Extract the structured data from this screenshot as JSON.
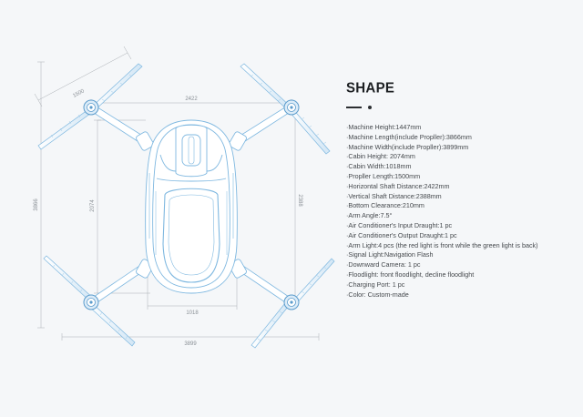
{
  "title": "SHAPE",
  "specs": [
    "·Machine Height:1447mm",
    "·Machine Length(include Propller):3866mm",
    "·Machine Width(include Propller):3899mm",
    "·Cabin Height: 2074mm",
    "·Cabin Width:1018mm",
    "·Propller Length:1500mm",
    "·Horizontal Shaft Distance:2422mm",
    "·Vertical Shaft Distance:2388mm",
    "·Bottom Clearance:210mm",
    "·Arm Angle:7.5°",
    "·Air Conditioner's Input Draught:1 pc",
    "·Air Conditioner's Output Draught:1 pc",
    "·Arm Light:4 pcs (the red light is front while the green light is back)",
    "·Signal Light:Navigation Flash",
    "·Downward Camera: 1 pc",
    "·Floodlight: front floodlight, decline floodlight",
    "·Charging Port: 1 pc",
    "·Color: Custom-made"
  ],
  "dimensions": {
    "propeller_length": "1500",
    "horizontal_shaft": "2422",
    "machine_length": "3866",
    "cabin_height": "2074",
    "vertical_shaft": "2388",
    "cabin_width": "1018",
    "machine_width": "3899"
  },
  "colors": {
    "line": "#7fb8e0",
    "line_dark": "#5c9ccc",
    "hub_fill": "#dcecf8",
    "dim_line": "#a9aeb3",
    "title": "#1d2023",
    "text": "#45494d"
  }
}
